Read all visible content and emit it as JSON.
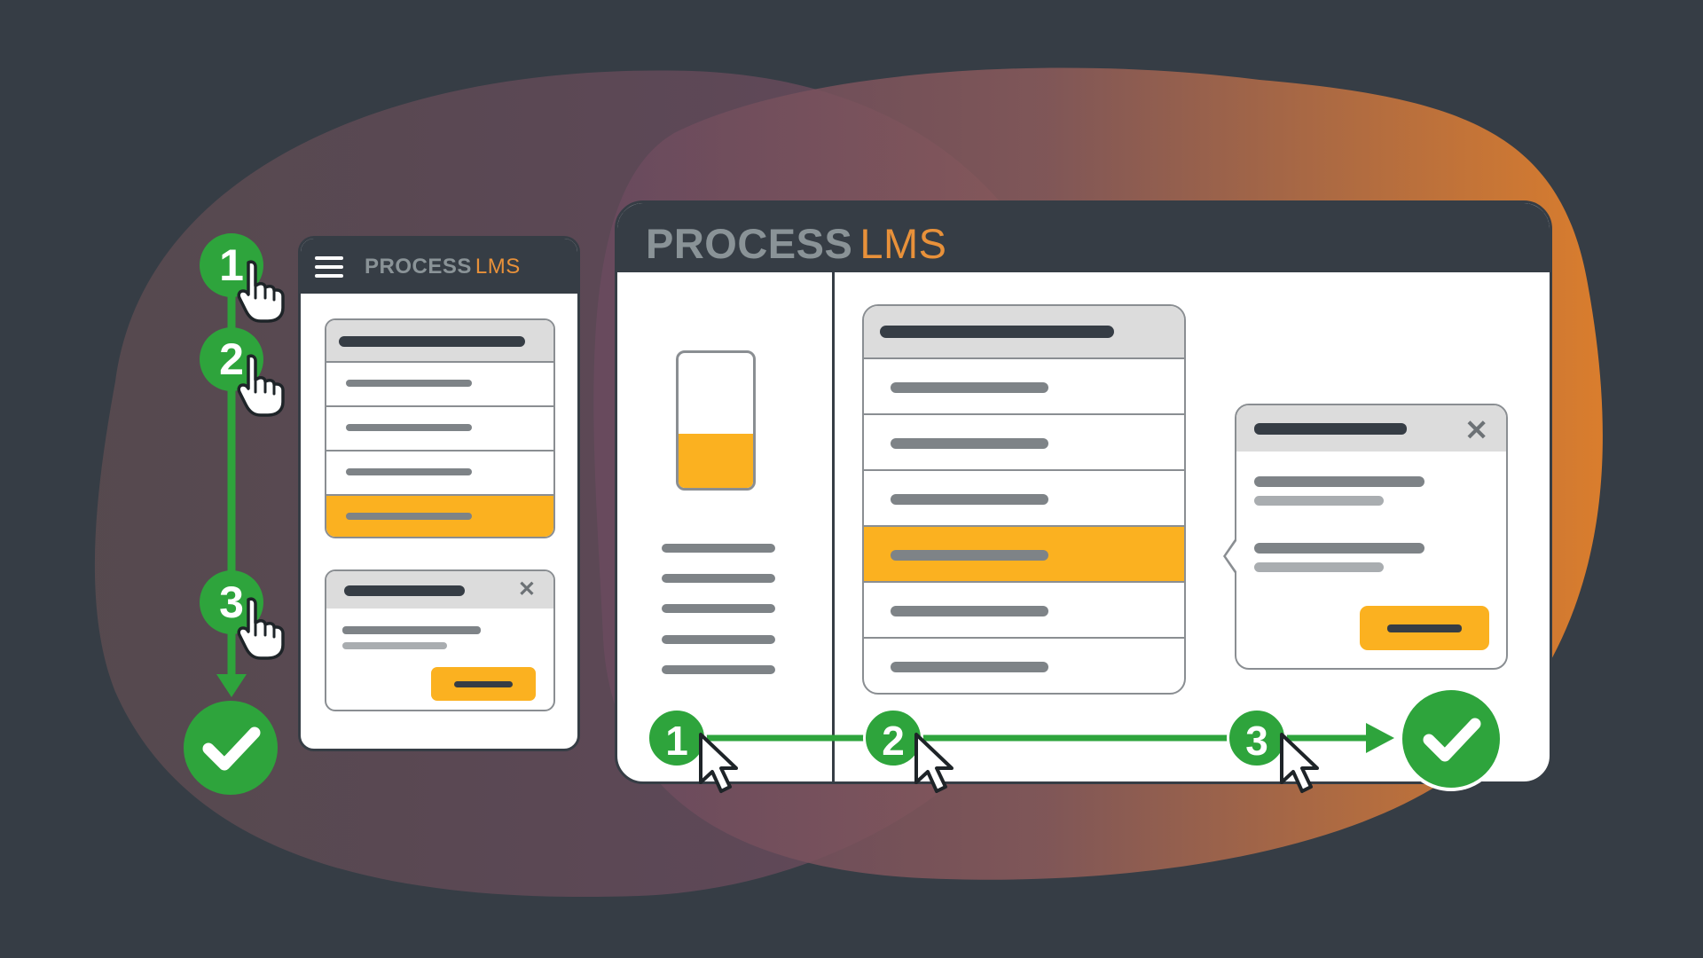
{
  "brand": {
    "word1": "PROCESS",
    "word2": "LMS",
    "colors": {
      "primary": "#363d45",
      "accent": "#e8913a",
      "highlight": "#fbb120",
      "success": "#2ea43c"
    }
  },
  "icons": {
    "menu": "hamburger-icon",
    "close": "close-icon",
    "tap": "hand-pointer-icon",
    "click": "arrow-cursor-icon",
    "done": "checkmark-icon"
  },
  "mobile": {
    "close_symbol": "✕",
    "list_row_count": 4,
    "selected_row": 4
  },
  "desktop": {
    "close_symbol": "✕",
    "list_row_count": 6,
    "selected_row": 4,
    "progress_fraction": 0.4
  },
  "steps": {
    "mobile": [
      "1",
      "2",
      "3"
    ],
    "desktop": [
      "1",
      "2",
      "3"
    ]
  }
}
